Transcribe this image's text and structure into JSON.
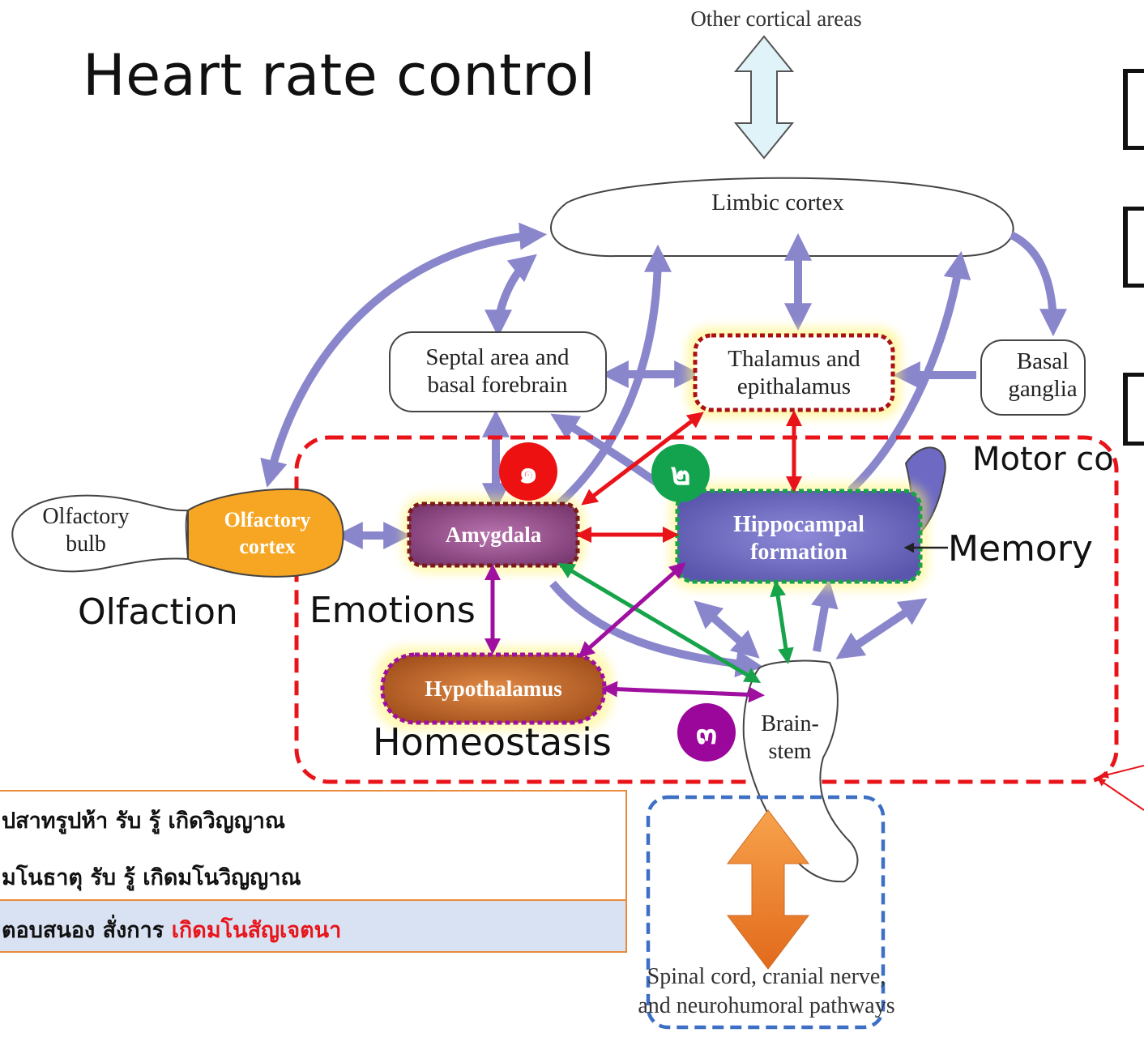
{
  "title": "Heart rate control",
  "labels": {
    "other_cortical": "Other cortical areas",
    "limbic_cortex": "Limbic cortex",
    "septal_line1": "Septal area and",
    "septal_line2": "basal forebrain",
    "thalamus_line1": "Thalamus and",
    "thalamus_line2": "epithalamus",
    "basal_line1": "Basal",
    "basal_line2": "ganglia",
    "olfactory_bulb_line1": "Olfactory",
    "olfactory_bulb_line2": "bulb",
    "olfactory_cortex_line1": "Olfactory",
    "olfactory_cortex_line2": "cortex",
    "amygdala": "Amygdala",
    "hippocampal_line1": "Hippocampal",
    "hippocampal_line2": "formation",
    "hypothalamus": "Hypothalamus",
    "brainstem_line1": "Brain-",
    "brainstem_line2": "stem",
    "spinal_line1": "Spinal cord, cranial nerve,",
    "spinal_line2": "and neurohumoral pathways"
  },
  "annotations": {
    "olfaction": "Olfaction",
    "emotions": "Emotions",
    "homeostasis": "Homeostasis",
    "memory": "Memory",
    "motor": "Motor co"
  },
  "badges": [
    {
      "text": "๑",
      "color": "#ee1111"
    },
    {
      "text": "๒",
      "color": "#13a34f"
    },
    {
      "text": "๓",
      "color": "#9b069b"
    }
  ],
  "thai_notes": {
    "line1": "ปสาทรูปห้า รับ รู้ เกิดวิญญาณ",
    "line2": "มโนธาตุ รับ รู้ เกิดมโนวิญญาณ",
    "line3_black": "ตอบสนอง สั่งการ ",
    "line3_red": "เกิดมโนสัญเจตนา"
  },
  "colors": {
    "pathway_arrow": "#8a86cc",
    "highlight_red": "#e8141a",
    "highlight_green": "#16a34a",
    "highlight_purple": "#a010a0",
    "highlight_blue": "#3d6fc4",
    "olfactory_cortex": "#f6a623",
    "hippocampal": "#6e6ac4",
    "amygdala": "#9b4d8f",
    "hypothalamus": "#c0652b",
    "orange_arrow": "#f08a35",
    "upper_arrow_fill": "#dff3f8"
  }
}
